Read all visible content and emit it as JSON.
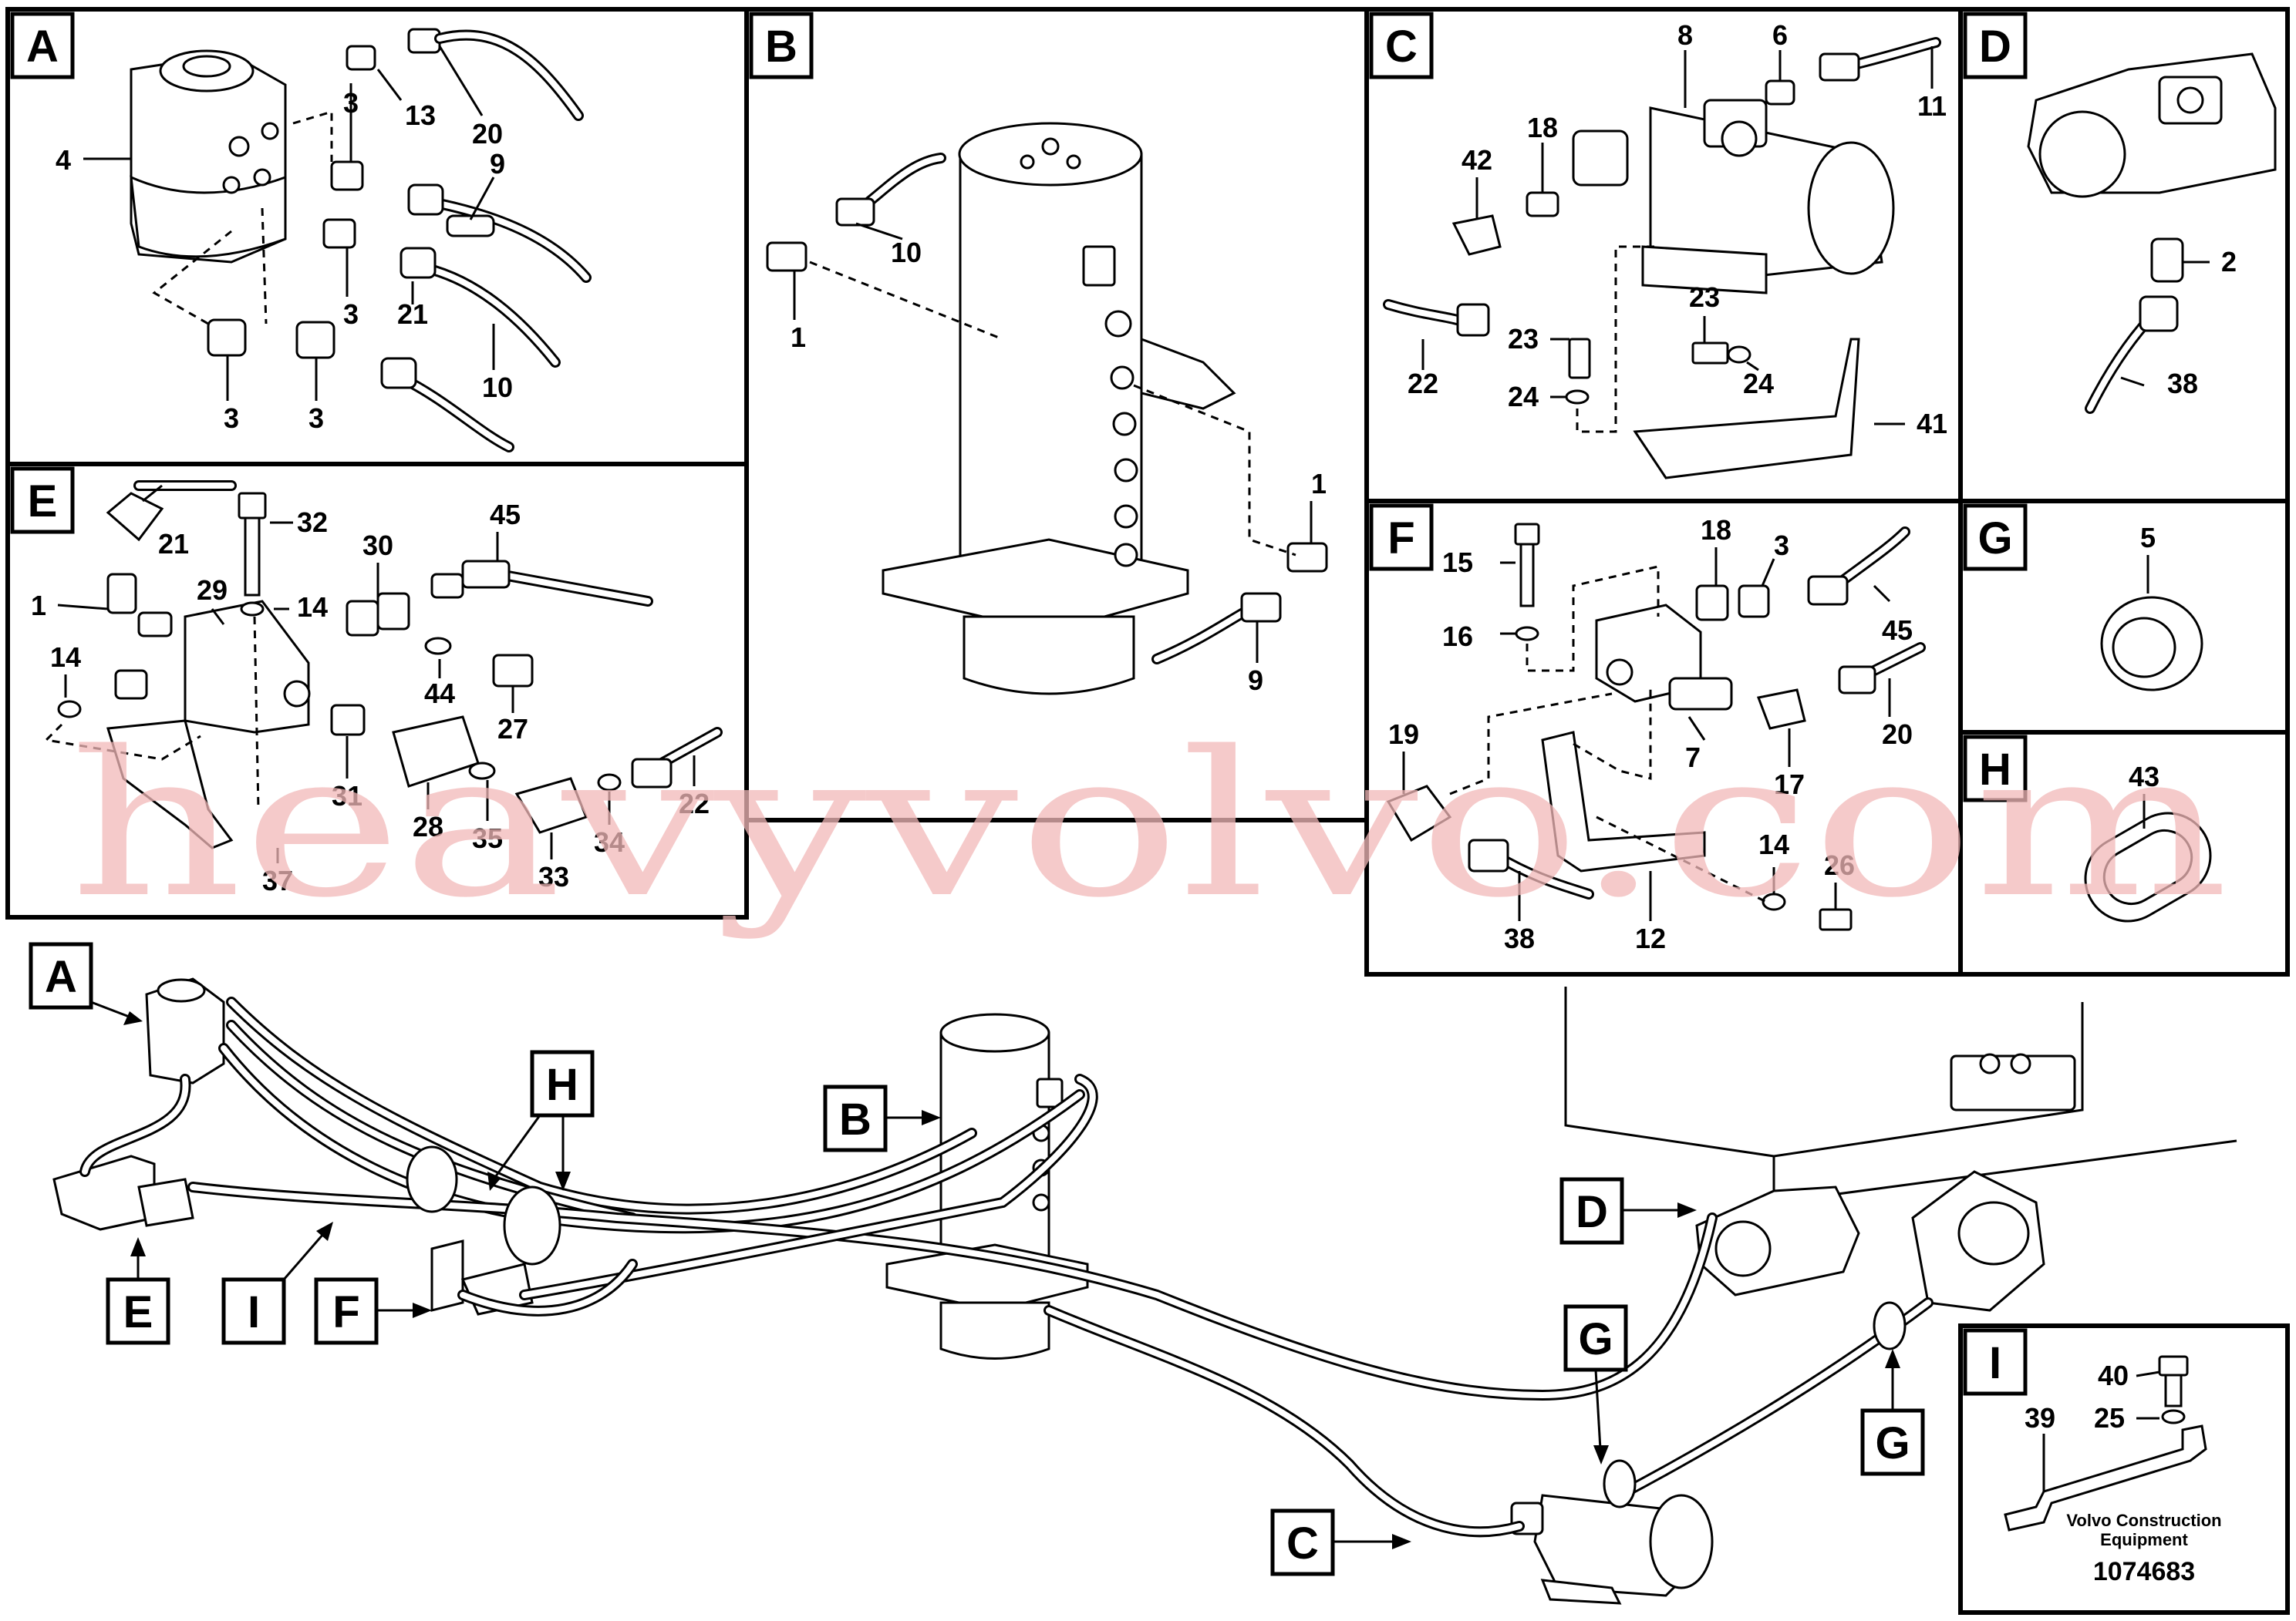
{
  "panels": {
    "A": {
      "letter": "A",
      "callouts": [
        "3",
        "13",
        "20",
        "4",
        "9",
        "3",
        "21",
        "10",
        "3",
        "3"
      ]
    },
    "B": {
      "letter": "B",
      "callouts": [
        "10",
        "1",
        "1",
        "9"
      ]
    },
    "C": {
      "letter": "C",
      "callouts": [
        "8",
        "6",
        "11",
        "42",
        "18",
        "23",
        "22",
        "23",
        "24",
        "24",
        "41"
      ]
    },
    "D": {
      "letter": "D",
      "callouts": [
        "2",
        "38"
      ]
    },
    "E": {
      "letter": "E",
      "callouts": [
        "21",
        "32",
        "45",
        "1",
        "29",
        "14",
        "30",
        "14",
        "44",
        "27",
        "31",
        "28",
        "35",
        "33",
        "34",
        "22",
        "37"
      ]
    },
    "F": {
      "letter": "F",
      "callouts": [
        "15",
        "18",
        "3",
        "16",
        "45",
        "19",
        "7",
        "17",
        "20",
        "14",
        "26",
        "38",
        "12"
      ]
    },
    "G": {
      "letter": "G",
      "callouts": [
        "5"
      ]
    },
    "H": {
      "letter": "H",
      "callouts": [
        "43"
      ]
    },
    "I": {
      "letter": "I",
      "callouts": [
        "40",
        "39",
        "25"
      ]
    }
  },
  "overview_labels": [
    "A",
    "B",
    "H",
    "D",
    "E",
    "I",
    "F",
    "G",
    "G",
    "C"
  ],
  "footer": {
    "line1": "Volvo Construction",
    "line2": "Equipment",
    "part_number": "1074683"
  },
  "watermark": "heavyvolvo.com"
}
